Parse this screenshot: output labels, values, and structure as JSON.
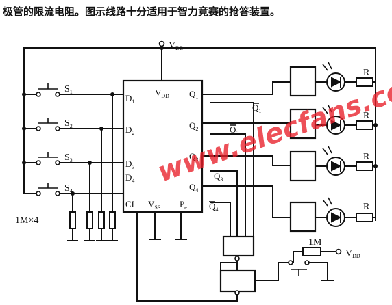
{
  "caption": "极管的限流电阻。图示线路十分适用于智力竞赛的抢答装置。",
  "supply": {
    "vdd": "V",
    "vdd_sub": "DD",
    "vss": "V",
    "vss_sub": "SS",
    "pin_pe": "P",
    "pin_pe_sub": "e",
    "pin_cl": "CL"
  },
  "switches": [
    {
      "label": "S",
      "sub": "1"
    },
    {
      "label": "S",
      "sub": "2"
    },
    {
      "label": "S",
      "sub": "3"
    },
    {
      "label": "S",
      "sub": "4"
    }
  ],
  "inputs": [
    {
      "label": "D",
      "sub": "1"
    },
    {
      "label": "D",
      "sub": "2"
    },
    {
      "label": "D",
      "sub": "3"
    },
    {
      "label": "D",
      "sub": "4"
    }
  ],
  "outputs": [
    {
      "label": "Q",
      "sub": "1"
    },
    {
      "label": "Q",
      "sub": "2"
    },
    {
      "label": "Q",
      "sub": "3"
    },
    {
      "label": "Q",
      "sub": "4"
    }
  ],
  "inverted_outputs": [
    {
      "label": "Q",
      "sub": "1"
    },
    {
      "label": "Q",
      "sub": "2"
    },
    {
      "label": "Q",
      "sub": "3"
    },
    {
      "label": "Q",
      "sub": "4"
    }
  ],
  "resistor_label": "R",
  "pulldown_label": "1M×4",
  "pullup_label": "1M",
  "watermark": "www.elecfans.com"
}
